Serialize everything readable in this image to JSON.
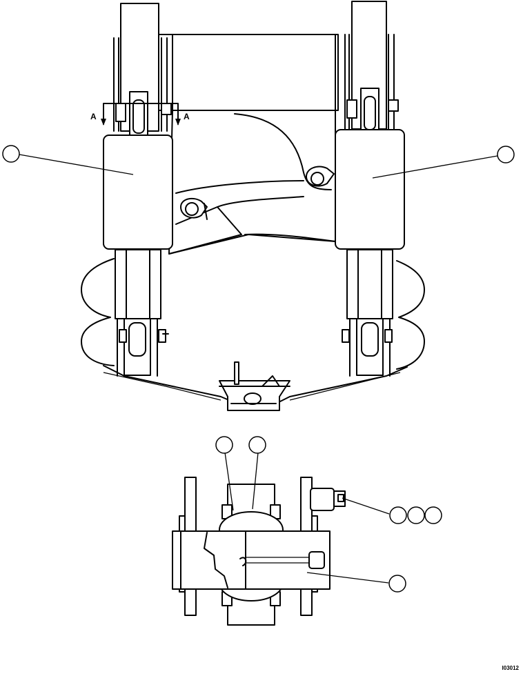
{
  "section_marker": {
    "left_label": "A",
    "right_label": "A"
  },
  "figure_code": "I03012",
  "callout_count": 8
}
